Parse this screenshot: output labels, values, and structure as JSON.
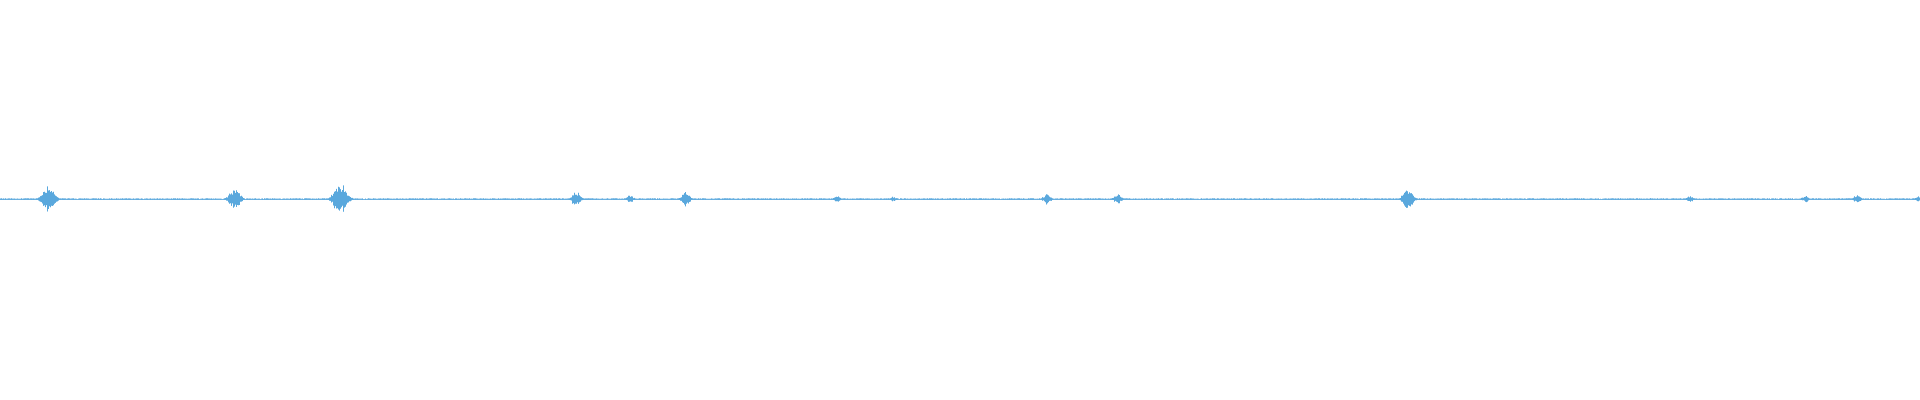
{
  "colors": {
    "background": "#ffffff",
    "waveform": "#5aa8dd"
  },
  "waveform": {
    "baseline_amplitude": 0.01,
    "bursts": [
      {
        "position": 0.025,
        "amplitude": 0.22
      },
      {
        "position": 0.122,
        "amplitude": 0.18
      },
      {
        "position": 0.177,
        "amplitude": 0.25
      },
      {
        "position": 0.3,
        "amplitude": 0.12
      },
      {
        "position": 0.328,
        "amplitude": 0.06
      },
      {
        "position": 0.357,
        "amplitude": 0.11
      },
      {
        "position": 0.436,
        "amplitude": 0.05
      },
      {
        "position": 0.465,
        "amplitude": 0.04
      },
      {
        "position": 0.545,
        "amplitude": 0.08
      },
      {
        "position": 0.582,
        "amplitude": 0.08
      },
      {
        "position": 0.733,
        "amplitude": 0.16
      },
      {
        "position": 0.88,
        "amplitude": 0.05
      },
      {
        "position": 0.94,
        "amplitude": 0.05
      },
      {
        "position": 0.967,
        "amplitude": 0.06
      },
      {
        "position": 0.999,
        "amplitude": 0.04
      }
    ]
  }
}
